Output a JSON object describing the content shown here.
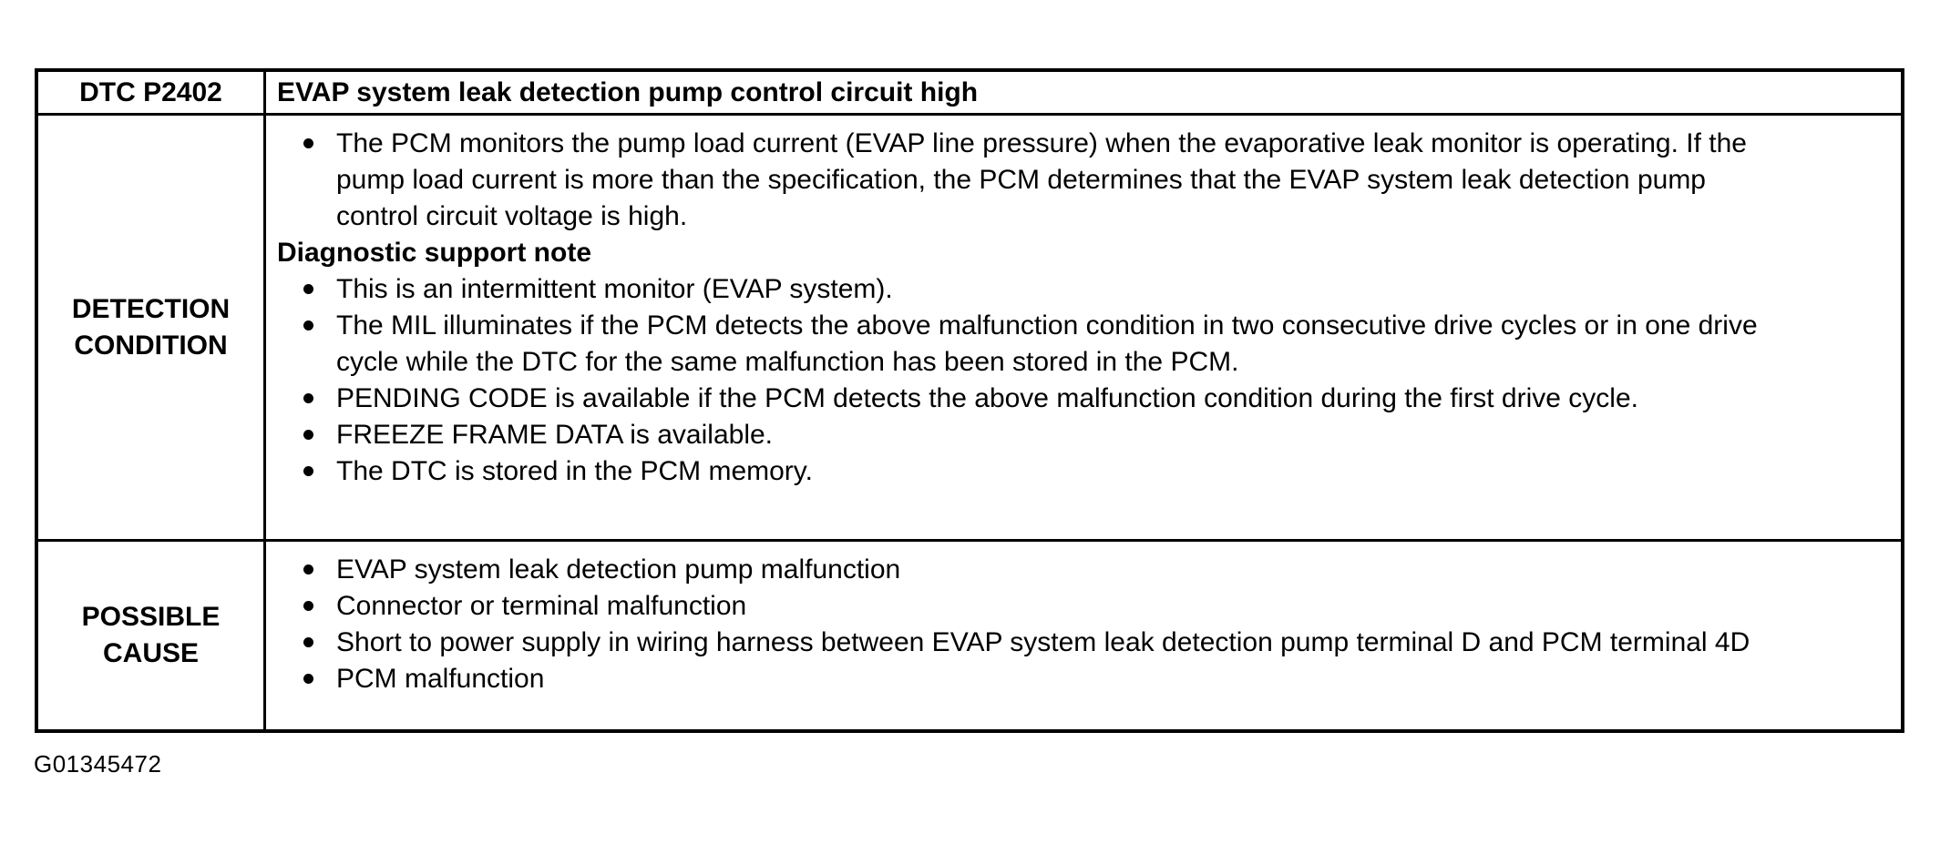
{
  "colors": {
    "background": "#ffffff",
    "text": "#000000",
    "border": "#000000"
  },
  "table": {
    "header": {
      "code": "DTC P2402",
      "title": "EVAP system leak detection pump control circuit high"
    },
    "rows": [
      {
        "label": "DETECTION CONDITION",
        "label_lines": [
          "DETECTION",
          "CONDITION"
        ],
        "content": [
          {
            "type": "bullet",
            "text": "The PCM monitors the pump load current (EVAP line pressure) when the evaporative leak monitor is operating. If the pump load current is more than the specification, the PCM determines that the EVAP system leak detection pump control circuit voltage is high."
          },
          {
            "type": "heading",
            "text": "Diagnostic support note"
          },
          {
            "type": "bullet",
            "text": "This is an intermittent monitor (EVAP system)."
          },
          {
            "type": "bullet",
            "text": "The MIL illuminates if the PCM detects the above malfunction condition in two consecutive drive cycles or in one drive cycle while the DTC for the same malfunction has been stored in the PCM."
          },
          {
            "type": "bullet",
            "text": "PENDING CODE is available if the PCM detects the above malfunction condition during the first drive cycle."
          },
          {
            "type": "bullet",
            "text": "FREEZE FRAME DATA is available."
          },
          {
            "type": "bullet",
            "text": "The DTC is stored in the PCM memory."
          }
        ]
      },
      {
        "label": "POSSIBLE CAUSE",
        "label_lines": [
          "POSSIBLE",
          "CAUSE"
        ],
        "content": [
          {
            "type": "bullet",
            "text": "EVAP system leak detection pump malfunction"
          },
          {
            "type": "bullet",
            "text": "Connector or terminal malfunction"
          },
          {
            "type": "bullet",
            "text": "Short to power supply in wiring harness between EVAP system leak detection pump terminal D and PCM terminal 4D"
          },
          {
            "type": "bullet",
            "text": "PCM malfunction"
          }
        ]
      }
    ]
  },
  "footer": {
    "figure_id": "G01345472"
  }
}
